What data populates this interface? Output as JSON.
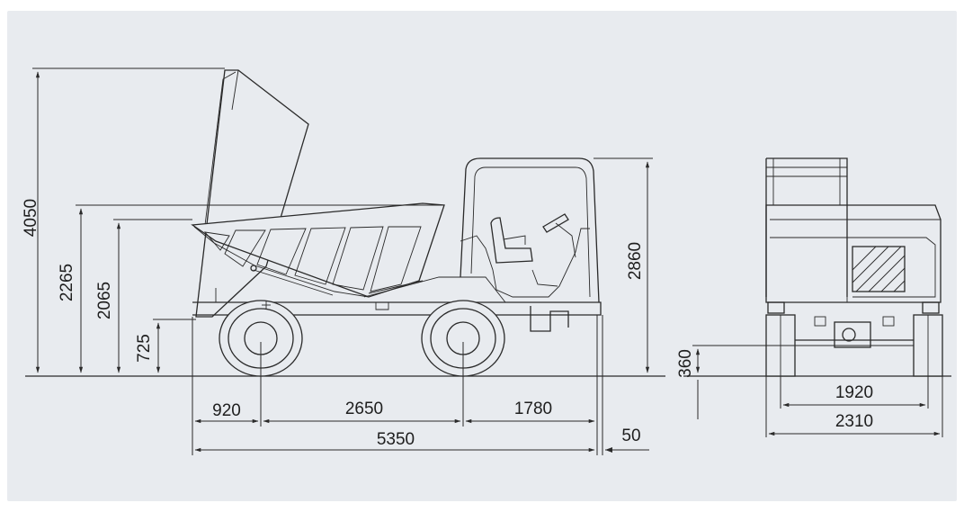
{
  "side_view": {
    "heights": {
      "dump_height": "4050",
      "height_a": "2265",
      "height_b": "2065",
      "height_c": "725",
      "cab_height": "2860"
    },
    "lengths": {
      "front_overhang": "920",
      "wheelbase": "2650",
      "rear_overhang": "1780",
      "total_length": "5350",
      "extra": "50"
    }
  },
  "rear_view": {
    "ground_clearance": "360",
    "track_width": "1920",
    "overall_width": "2310"
  }
}
